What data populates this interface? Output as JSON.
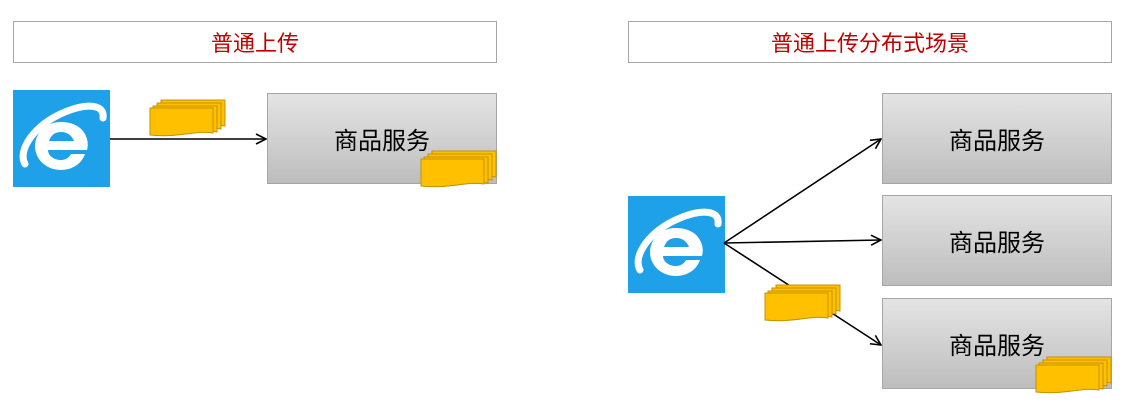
{
  "left_scene": {
    "title": "普通上传",
    "service_label": "商品服务"
  },
  "right_scene": {
    "title": "普通上传分布式场景",
    "services": [
      {
        "label": "商品服务"
      },
      {
        "label": "商品服务"
      },
      {
        "label": "商品服务"
      }
    ]
  },
  "icons": {
    "browser": "internet-explorer-icon",
    "file": "file-stack-icon"
  },
  "colors": {
    "title_text": "#c00000",
    "ie_blue": "#1ea1e8",
    "file_yellow": "#ffc000",
    "file_stroke": "#c59200"
  }
}
